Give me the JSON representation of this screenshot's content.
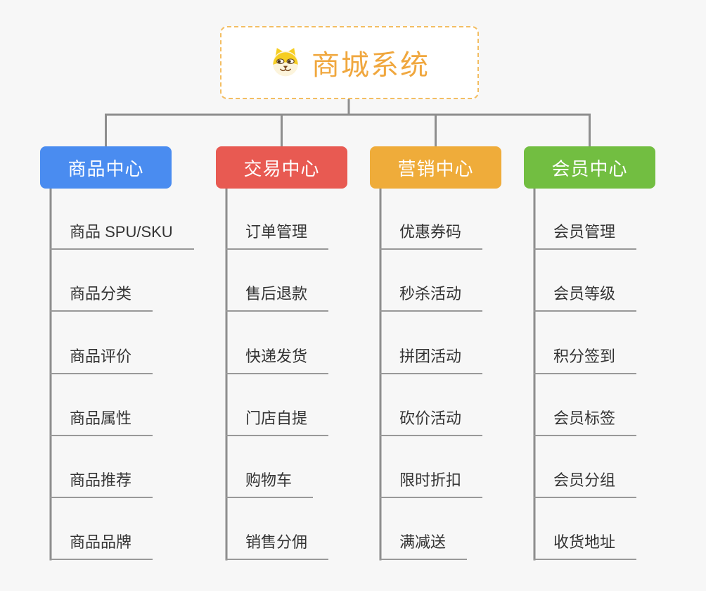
{
  "root": {
    "title": "商城系统",
    "icon": "shiba-dog-icon"
  },
  "branches": [
    {
      "label": "商品中心",
      "color": "#4A8CF0",
      "children": [
        "商品 SPU/SKU",
        "商品分类",
        "商品评价",
        "商品属性",
        "商品推荐",
        "商品品牌"
      ]
    },
    {
      "label": "交易中心",
      "color": "#E85A52",
      "children": [
        "订单管理",
        "售后退款",
        "快递发货",
        "门店自提",
        "购物车",
        "销售分佣"
      ]
    },
    {
      "label": "营销中心",
      "color": "#EFAC3A",
      "children": [
        "优惠券码",
        "秒杀活动",
        "拼团活动",
        "砍价活动",
        "限时折扣",
        "满减送"
      ]
    },
    {
      "label": "会员中心",
      "color": "#72BE41",
      "children": [
        "会员管理",
        "会员等级",
        "积分签到",
        "会员标签",
        "会员分组",
        "收货地址"
      ]
    }
  ],
  "colors": {
    "background": "#F7F7F7",
    "connector": "#8E8E8E",
    "leaf_underline": "#999999",
    "leaf_text": "#333333",
    "root_border": "#F3BE63",
    "root_title": "#F0A73E"
  }
}
